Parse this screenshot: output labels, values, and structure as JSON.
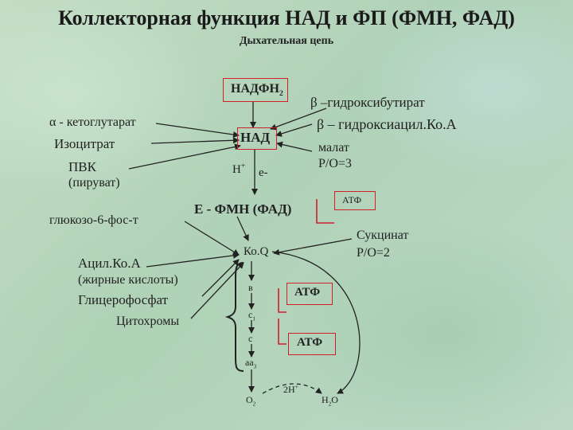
{
  "title": "Коллекторная функция НАД и ФП (ФМН, ФАД)",
  "subtitle": "Дыхательная  цепь",
  "nadfh2": {
    "main": "НАДФН",
    "sub": "2"
  },
  "nad": "НАД",
  "h_plus": {
    "main": "Н",
    "sup": "+"
  },
  "electron": "е-",
  "e_fmn": "Е - ФМН (ФАД)",
  "koq": "Ко.Q",
  "left_substrates": {
    "alpha_ketoglutarate": "α - кетоглутарат",
    "isocitrate": "Изоцитрат",
    "pvk": "ПВК",
    "pyruvate": "(пируват)",
    "glucose6p": "глюкозо-6-фос-т",
    "acylcoa": "Ацил.Ко.А",
    "fatty_acids": "(жирные кислоты)",
    "glycerophosphate": "Глицерофосфат",
    "cytochromes": "Цитохромы"
  },
  "right_substrates": {
    "beta_hydroxybutyrate": "β –гидроксибутират",
    "beta_hydroxyacylcoa": "β – гидроксиацил.Ко.А",
    "malate": "малат",
    "po3": "Р/О=3",
    "succinate": "Сукцинат",
    "po2": "Р/О=2"
  },
  "atp": [
    "АТФ",
    "АТФ",
    "АТФ"
  ],
  "cytochromes_chain": {
    "b": "в",
    "c1": {
      "main": "с",
      "sub": "1"
    },
    "c": "с",
    "aa3": {
      "main": "аа",
      "sub": "3"
    }
  },
  "o2": {
    "main": "О",
    "sub": "2"
  },
  "two_h": {
    "main": "2Н",
    "sup": "+"
  },
  "h2o": {
    "a": "Н",
    "sub": "2",
    "b": "О"
  },
  "colors": {
    "box": "#d0202a",
    "line": "#222222",
    "background": "#b9d7bd"
  }
}
